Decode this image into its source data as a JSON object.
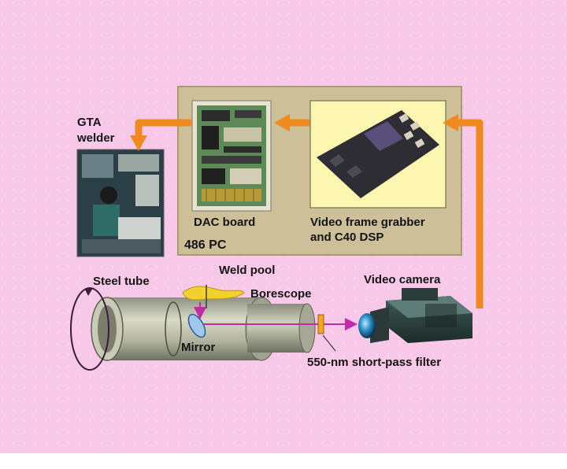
{
  "labels": {
    "gta_welder": [
      "GTA",
      "welder"
    ],
    "dac_board": "DAC board",
    "pc": "486 PC",
    "frame_grabber": [
      "Video frame grabber",
      "and C40 DSP"
    ],
    "weld_pool": "Weld pool",
    "steel_tube": "Steel tube",
    "borescope": "Borescope",
    "video_camera": "Video camera",
    "mirror": "Mirror",
    "filter": "550-nm short-pass filter"
  },
  "colors": {
    "background": "#f7c8e8",
    "pc_panel": "#cdbf98",
    "arrow": "#f08a1e",
    "beam": "#c22aa8"
  }
}
